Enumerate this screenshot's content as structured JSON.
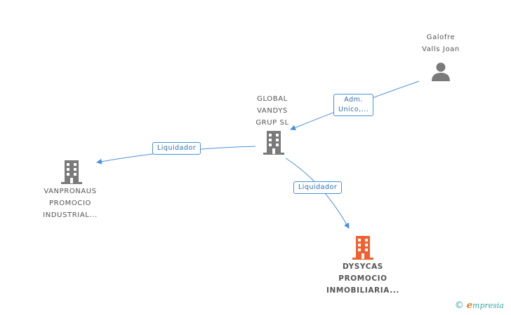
{
  "nodes": {
    "person": {
      "lines": [
        "Galofre",
        "Valls Joan"
      ]
    },
    "global": {
      "lines": [
        "GLOBAL",
        "VANDYS",
        "GRUP SL"
      ]
    },
    "vanpronaus": {
      "lines": [
        "VANPRONAUS",
        "PROMOCIO",
        "INDUSTRIAL..."
      ]
    },
    "dysycas": {
      "lines": [
        "DYSYCAS",
        "PROMOCIO",
        "INMOBILIARIA..."
      ]
    }
  },
  "edges": {
    "adm": {
      "lines": [
        "Adm.",
        "Unico,..."
      ]
    },
    "liq1": {
      "lines": [
        "Liquidador"
      ]
    },
    "liq2": {
      "lines": [
        "Liquidador"
      ]
    }
  },
  "colors": {
    "edge": "#4a90d9",
    "building": "#7a7a7a",
    "building_highlight": "#f06030",
    "person": "#7a7a7a"
  },
  "icons": {
    "person": "person-icon",
    "building": "building-icon"
  },
  "footer": {
    "symbol": "©",
    "brand_first": "e",
    "brand_rest": "mpresia"
  }
}
